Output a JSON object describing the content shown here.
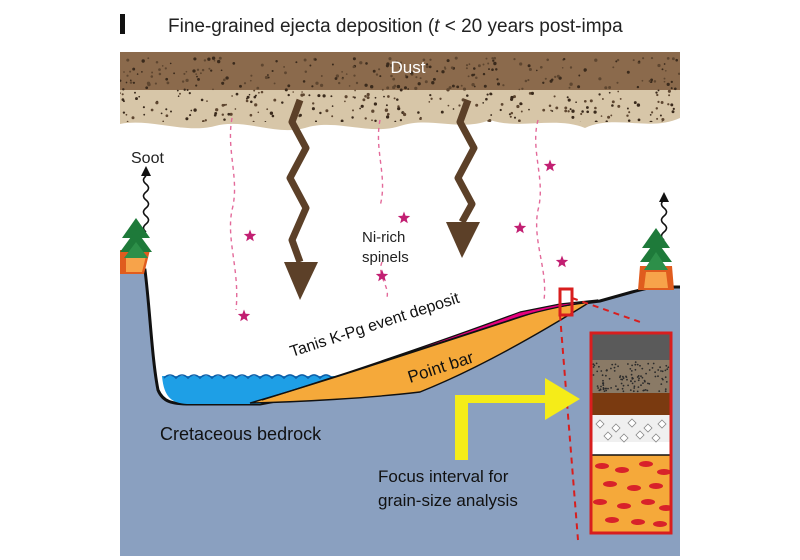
{
  "panel": {
    "letter": "I",
    "title_prefix": "Fine-grained ejecta deposition (",
    "title_var": "t",
    "title_suffix": " < 20 years post-impa"
  },
  "labels": {
    "dust": "Dust",
    "soot": "Soot",
    "spinels_line1": "Ni-rich",
    "spinels_line2": "spinels",
    "tanis": "Tanis K-Pg event deposit",
    "point_bar": "Point bar",
    "bedrock": "Cretaceous bedrock",
    "focus_line1": "Focus interval for",
    "focus_line2": "grain-size analysis"
  },
  "colors": {
    "dust": "#8b6a4c",
    "ground": "#8aa0c0",
    "water": "#1ea2e8",
    "tanis": "#e6007e",
    "point_bar": "#f5a93a",
    "arrow": "#f5ec18",
    "box_border": "#d81e1e",
    "star": "#c21f72"
  }
}
